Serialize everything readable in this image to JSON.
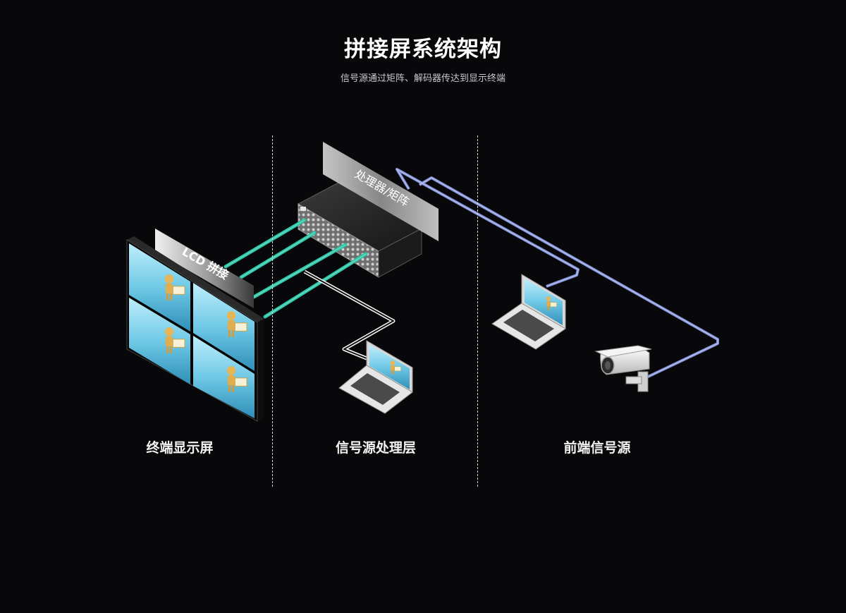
{
  "header": {
    "title": "拼接屏系统架构",
    "subtitle": "信号源通过矩阵、解码器传达到显示终端"
  },
  "columns": {
    "left": "终端显示屏",
    "middle": "信号源处理层",
    "right": "前端信号源"
  },
  "panels": {
    "lcd_sign": "LCD 拼接",
    "processor_sign": "处理器/矩阵"
  },
  "colors": {
    "background": "#08080a",
    "hdmi_cable": "#2ec4a6",
    "network_cable": "#7f8fd8",
    "screen": "#7fd3ec"
  },
  "icons": {
    "video_wall": "lcd-video-wall-icon",
    "processor": "matrix-processor-icon",
    "laptop": "laptop-icon",
    "camera": "cctv-camera-icon"
  }
}
